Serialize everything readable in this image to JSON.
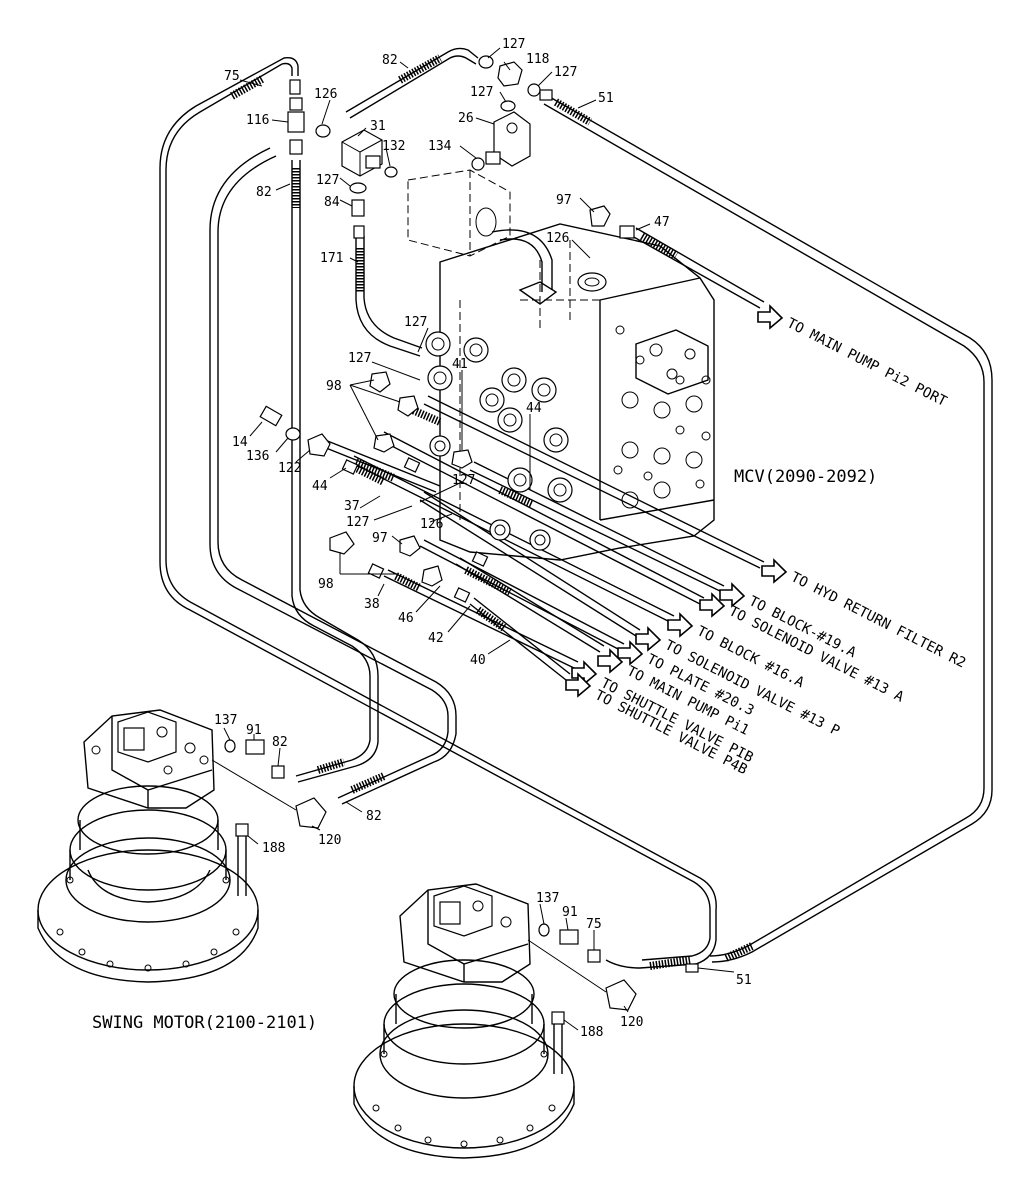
{
  "assemblies": {
    "mcv": "MCV(2090-2092)",
    "swing_motor": "SWING MOTOR(2100-2101)"
  },
  "destinations": {
    "main_pump_pi2": "TO MAIN PUMP Pi2 PORT",
    "hyd_return_filter": "TO HYD RETURN FILTER R2",
    "block_19a": "TO BLOCK-#19.A",
    "solenoid_13a": "TO SOLENOID VALVE #13 A",
    "block_16a": "TO BLOCK #16.A",
    "solenoid_13p": "TO SOLENOID VALVE #13 P",
    "plate_20_3": "TO PLATE #20.3",
    "main_pump_pi1": "TO MAIN PUMP Pi1",
    "shuttle_pib": "TO SHUTTLE VALVE PIB",
    "shuttle_p4b": "TO SHUTTLE VALVE P4B"
  },
  "callouts": {
    "c75a": "75",
    "c82a": "82",
    "c127a": "127",
    "c118": "118",
    "c127b": "127",
    "c127c": "127",
    "c51a": "51",
    "c126a": "126",
    "c116": "116",
    "c31": "31",
    "c26": "26",
    "c132": "132",
    "c134": "134",
    "c82b": "82",
    "c127d": "127",
    "c84": "84",
    "c97a": "97",
    "c47": "47",
    "c126b": "126",
    "c171": "171",
    "c127e": "127",
    "c127f": "127",
    "c41": "41",
    "c98a": "98",
    "c44a": "44",
    "c14": "14",
    "c136": "136",
    "c122": "122",
    "c44b": "44",
    "c127g": "127",
    "c37": "37",
    "c127h": "127",
    "c126c": "126",
    "c97b": "97",
    "c98b": "98",
    "c38": "38",
    "c46": "46",
    "c42": "42",
    "c40": "40",
    "c137a": "137",
    "c91a": "91",
    "c82c": "82",
    "c82d": "82",
    "c120a": "120",
    "c188a": "188",
    "c137b": "137",
    "c91b": "91",
    "c75b": "75",
    "c51b": "51",
    "c120b": "120",
    "c188b": "188"
  }
}
